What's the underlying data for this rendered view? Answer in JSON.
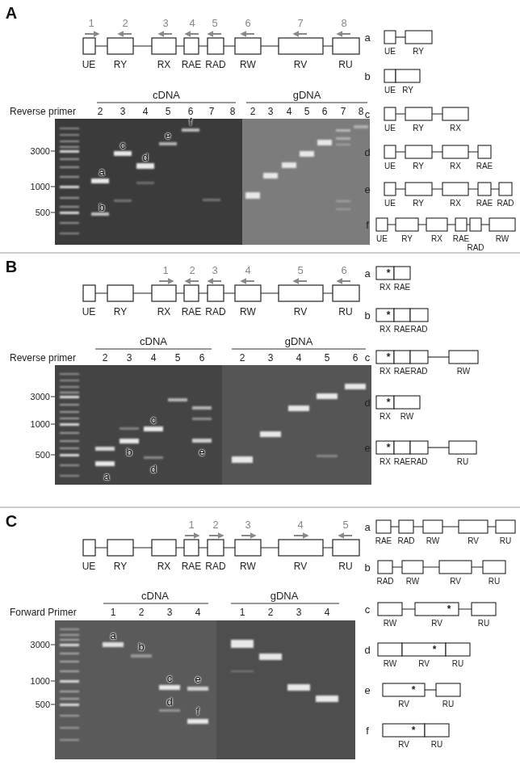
{
  "diagram": {
    "labels": [
      "A",
      "1",
      "2",
      "3",
      "4",
      "5",
      "6",
      "7",
      "8",
      "UE",
      "RY",
      "RX",
      "RAE",
      "RAD",
      "RW",
      "RV",
      "RU",
      "cDNA",
      "gDNA",
      "Reverse primer",
      "2",
      "3",
      "4",
      "5",
      "6",
      "7",
      "8",
      "2",
      "3",
      "4",
      "5",
      "6",
      "7",
      "8",
      "3000",
      "1000",
      "500",
      "a",
      "b",
      "c",
      "d",
      "e",
      "f",
      "a",
      "UE",
      "RY",
      "b",
      "UE",
      "RY",
      "c",
      "UE",
      "RY",
      "RX",
      "d",
      "UE",
      "RY",
      "RX",
      "RAE",
      "e",
      "UE",
      "RY",
      "RX",
      "RAE",
      "RAD",
      "f",
      "UE",
      "RY",
      "RX",
      "RAE",
      "RAD",
      "RW",
      "B",
      "1",
      "2",
      "3",
      "4",
      "5",
      "6",
      "UE",
      "RY",
      "RX",
      "RAE",
      "RAD",
      "RW",
      "RV",
      "RU",
      "cDNA",
      "gDNA",
      "Reverse primer",
      "2",
      "3",
      "4",
      "5",
      "6",
      "2",
      "3",
      "4",
      "5",
      "6",
      "3000",
      "1000",
      "500",
      "a",
      "b",
      "c",
      "d",
      "e",
      "a",
      "*",
      "RX",
      "RAE",
      "b",
      "*",
      "RX",
      "RAE",
      "RAD",
      "c",
      "*",
      "RX",
      "RAE",
      "RAD",
      "RW",
      "d",
      "*",
      "RX",
      "RW",
      "e",
      "*",
      "RX",
      "RAE",
      "RAD",
      "RU",
      "C",
      "1",
      "2",
      "3",
      "4",
      "5",
      "UE",
      "RY",
      "RX",
      "RAE",
      "RAD",
      "RW",
      "RV",
      "RU",
      "cDNA",
      "gDNA",
      "Forward Primer",
      "1",
      "2",
      "3",
      "4",
      "1",
      "2",
      "3",
      "4",
      "3000",
      "1000",
      "500",
      "a",
      "b",
      "c",
      "d",
      "e",
      "f",
      "a",
      "RAE",
      "RAD",
      "RW",
      "RV",
      "RU",
      "b",
      "RAD",
      "RW",
      "RV",
      "RU",
      "c",
      "*",
      "RW",
      "RV",
      "RU",
      "d",
      "*",
      "RW",
      "RV",
      "RU",
      "e",
      "*",
      "RV",
      "RU",
      "f",
      "*",
      "RV",
      "RU"
    ]
  }
}
